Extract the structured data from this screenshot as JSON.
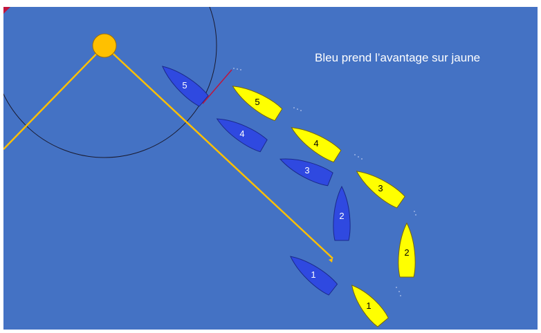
{
  "caption": "Bleu prend l’avantage sur jaune",
  "colors": {
    "water": "#4472c4",
    "blue_boat": "#2f49e0",
    "yellow_boat": "#ffff00",
    "mark": "#ffc000",
    "laylines": "#ffc000",
    "circle": "#1a1a2e",
    "overlap_line": "#c0143c"
  },
  "mark": {
    "name": "mark-buoy"
  },
  "boats": {
    "blue": [
      "1",
      "2",
      "3",
      "4",
      "5"
    ],
    "yellow": [
      "1",
      "2",
      "3",
      "4",
      "5"
    ]
  }
}
